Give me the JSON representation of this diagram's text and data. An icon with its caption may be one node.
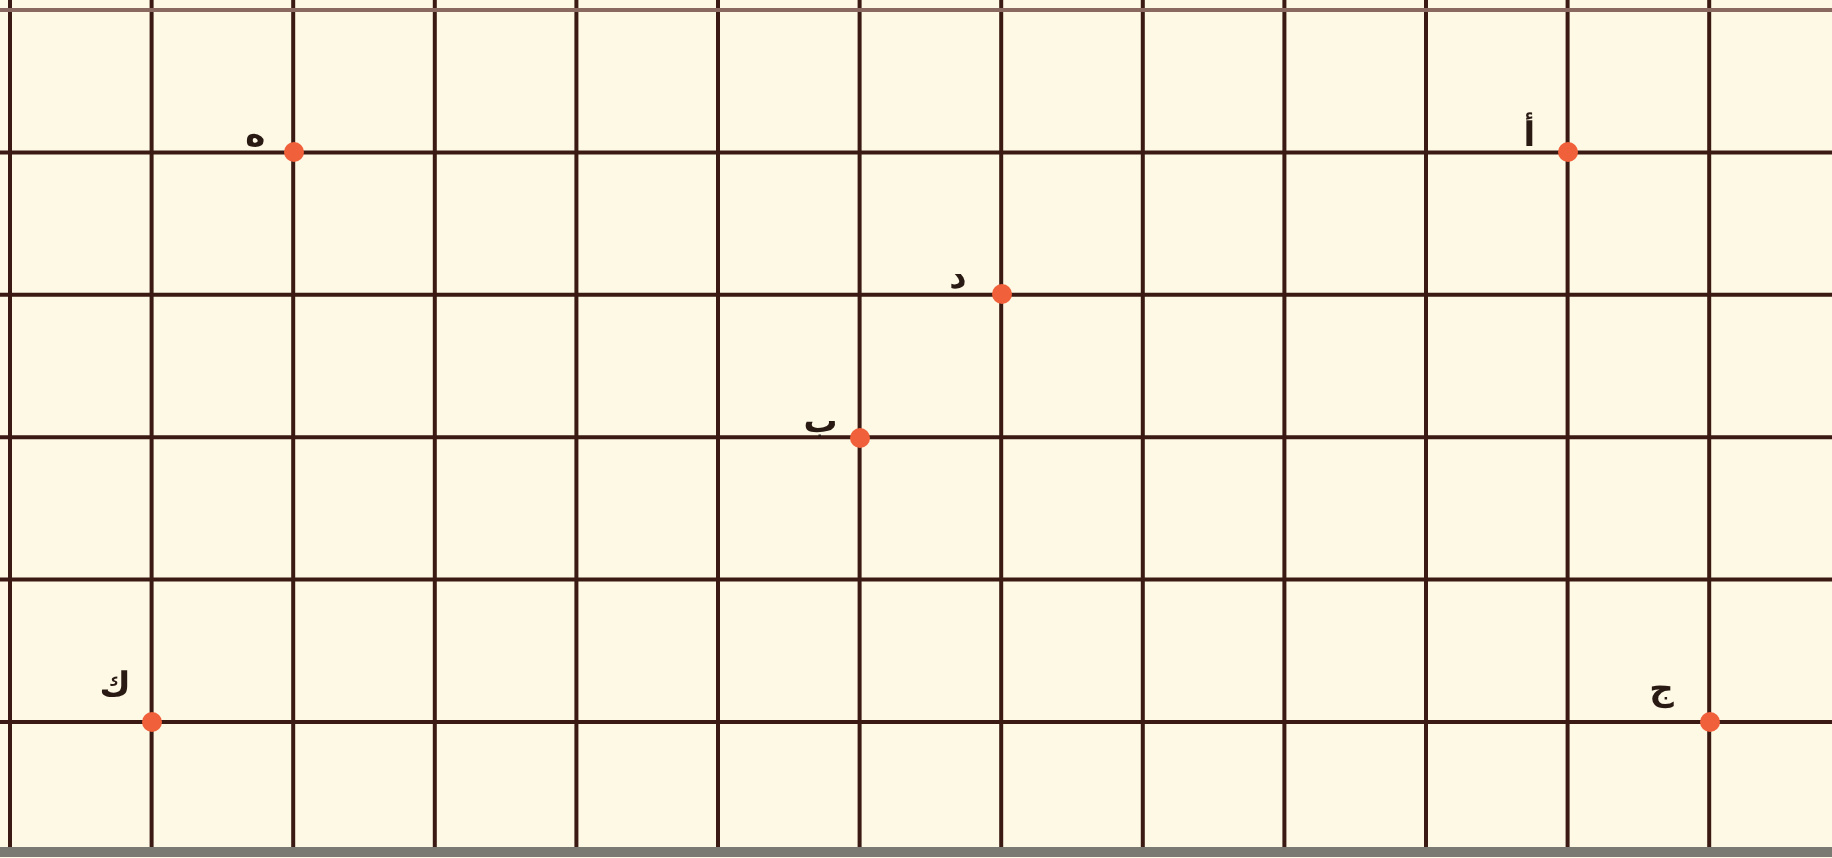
{
  "diagram": {
    "nodes": [
      {
        "text": [],
        "shape": "circle",
        "beside": [
          "ه"
        ]
      },
      {
        "text": [],
        "shape": "circle",
        "beside": [
          "أ"
        ]
      },
      {
        "text": [],
        "shape": "circle",
        "beside": [
          "د"
        ]
      },
      {
        "text": [],
        "shape": "circle",
        "beside": [
          "ب"
        ]
      },
      {
        "text": [],
        "shape": "circle",
        "beside": [
          "ك"
        ]
      },
      {
        "text": [],
        "shape": "circle",
        "beside": [
          "ج"
        ]
      }
    ]
  }
}
